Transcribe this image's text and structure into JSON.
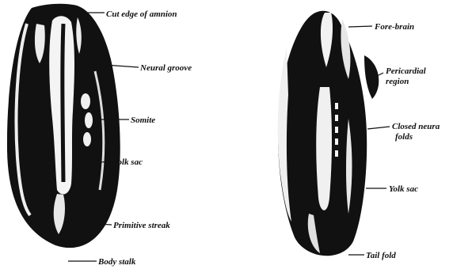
{
  "figure": {
    "left_embryo": {
      "labels": {
        "cut_edge_of_amnion": "Cut edge of amnion",
        "neural_groove": "Neural groove",
        "somite": "Somite",
        "yolk_sac": "Yolk sac",
        "primitive_streak": "Primitive streak",
        "body_stalk": "Body stalk"
      }
    },
    "right_embryo": {
      "labels": {
        "fore_brain": "Fore-brain",
        "pericardial_region_line1": "Pericardial",
        "pericardial_region_line2": "region",
        "closed_neural_folds_line1": "Closed neura",
        "closed_neural_folds_line2": "folds",
        "yolk_sac": "Yolk sac",
        "tail_fold": "Tail fold"
      }
    },
    "colors": {
      "ink": "#111111",
      "background": "#ffffff",
      "highlight": "#f2f2f2"
    }
  }
}
